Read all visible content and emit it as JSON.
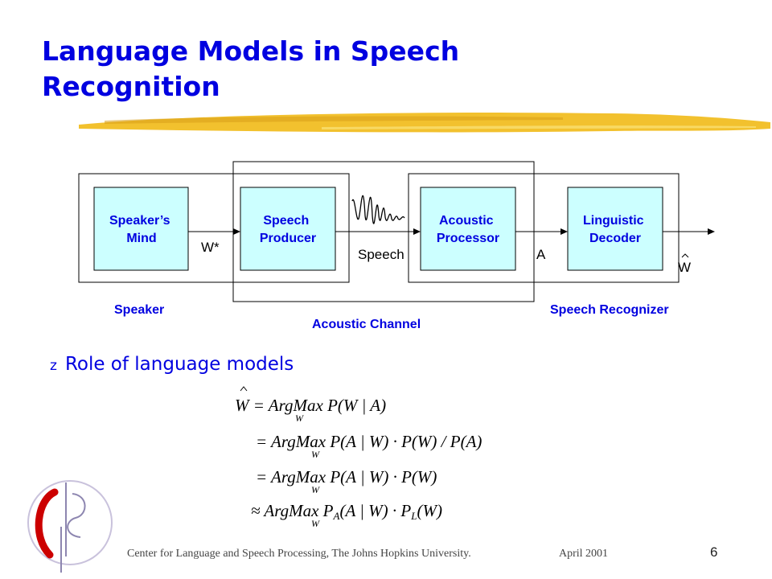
{
  "title": "Language Models in Speech Recognition",
  "diagram": {
    "boxes": {
      "speakers_mind": [
        "Speaker’s",
        "Mind"
      ],
      "speech_producer": [
        "Speech",
        "Producer"
      ],
      "acoustic_processor": [
        "Acoustic",
        "Processor"
      ],
      "linguistic_decoder": [
        "Linguistic",
        "Decoder"
      ]
    },
    "signals": {
      "w_star": "W*",
      "speech": "Speech",
      "a": "A",
      "w_hat": "W"
    },
    "regions": {
      "speaker": "Speaker",
      "acoustic_channel": "Acoustic Channel",
      "speech_recognizer": "Speech Recognizer"
    },
    "colors": {
      "box_fill": "#ccffff",
      "label_blue": "#0000e0",
      "accent_gold": "#f2c12e"
    }
  },
  "bullet": {
    "marker": "z",
    "text": "Role of language models"
  },
  "equations": {
    "line1": "W = ArgMax P(W | A)",
    "line2": "= ArgMax P(A | W) · P(W) / P(A)",
    "line3": "= ArgMax P(A | W) · P(W)",
    "line4": "≈ ArgMax P_A(A | W) · P_L(W)"
  },
  "footer": {
    "left": "Center for Language and Speech Processing, The Johns Hopkins University.",
    "date": "April 2001",
    "page_number": "6"
  }
}
